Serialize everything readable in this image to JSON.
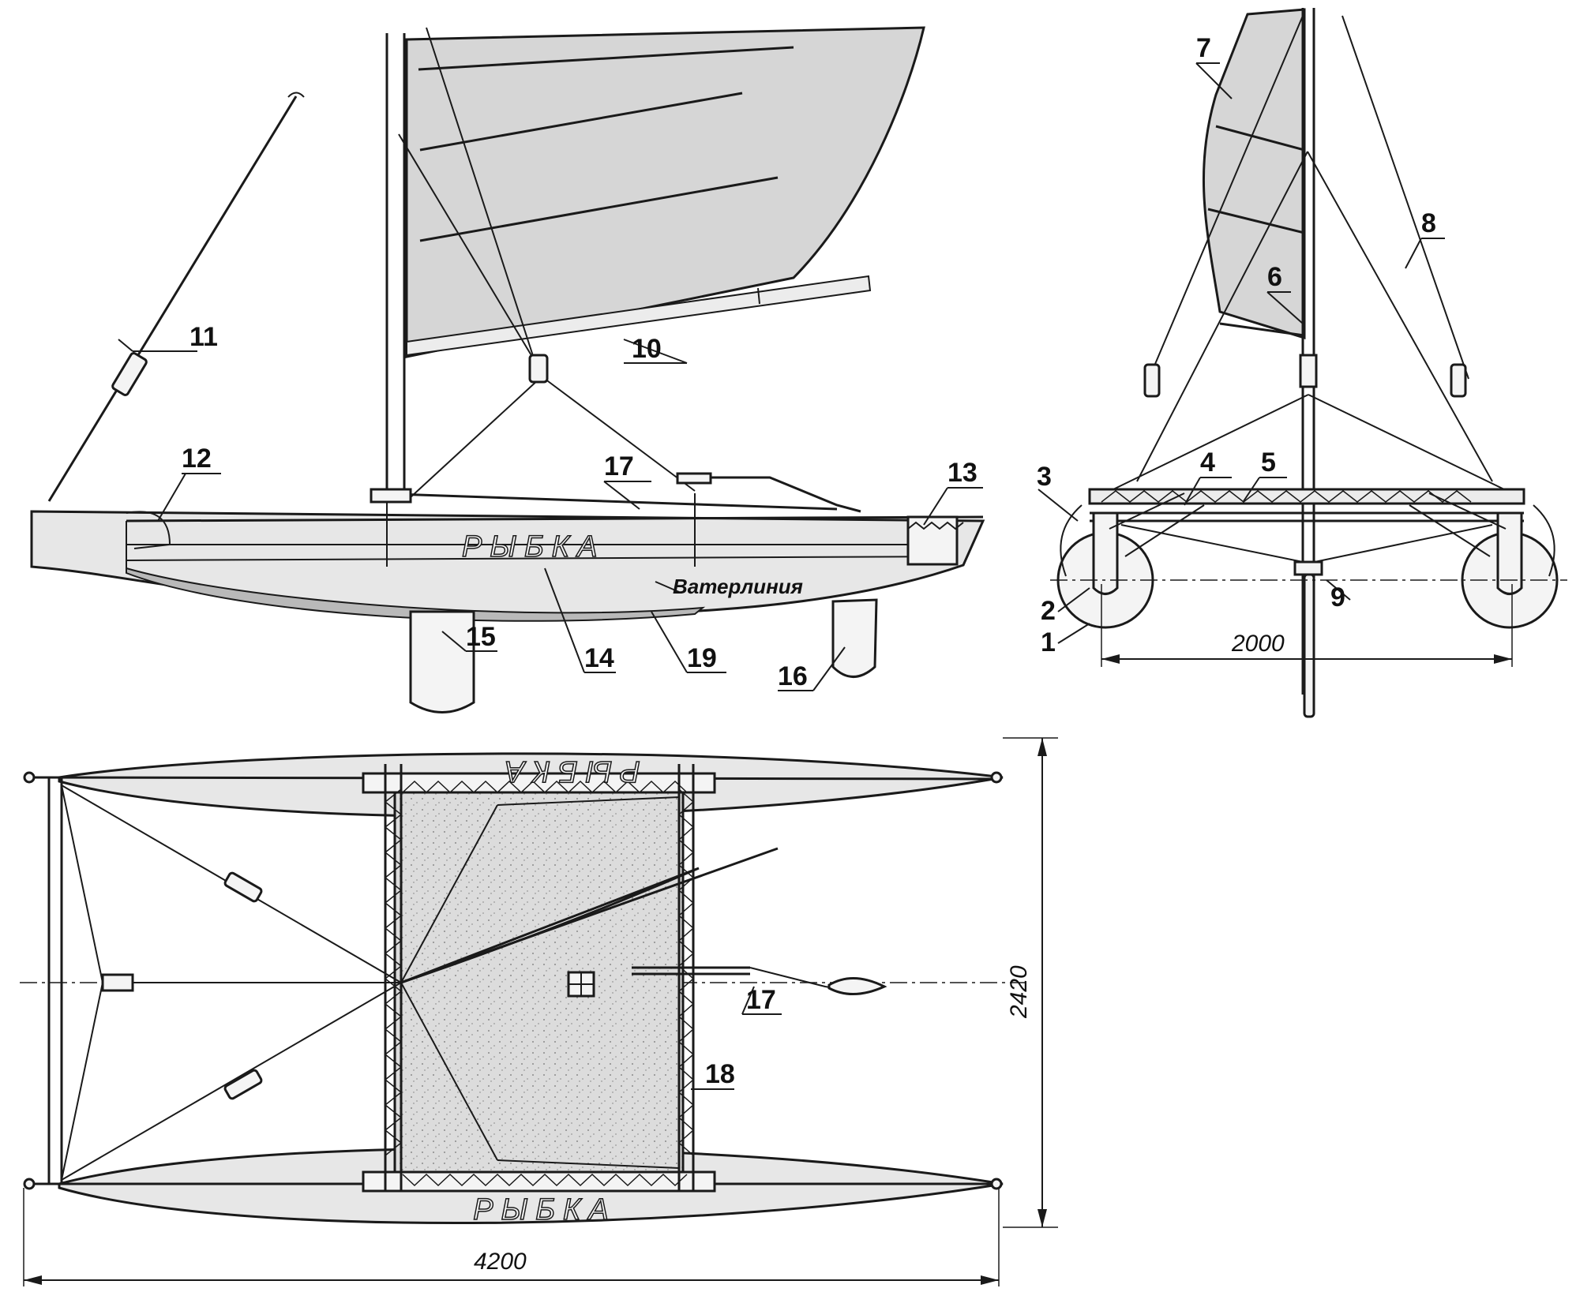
{
  "boat_name": "РЫБКА",
  "annotations": {
    "waterline": "Ватерлиния"
  },
  "dimensions": {
    "beam": "2000",
    "width": "2420",
    "length": "4200"
  },
  "callouts": {
    "c1": "1",
    "c2": "2",
    "c3": "3",
    "c4": "4",
    "c5": "5",
    "c6": "6",
    "c7": "7",
    "c8": "8",
    "c9": "9",
    "c10": "10",
    "c11": "11",
    "c12": "12",
    "c13": "13",
    "c14": "14",
    "c15": "15",
    "c16": "16",
    "c17": "17",
    "c18": "18",
    "c19": "19"
  },
  "colors": {
    "ink": "#1a1a1a",
    "sail_fill": "#d6d6d6",
    "hull_fill": "#e7e7e7",
    "trampoline_fill": "#d9d9d9"
  }
}
